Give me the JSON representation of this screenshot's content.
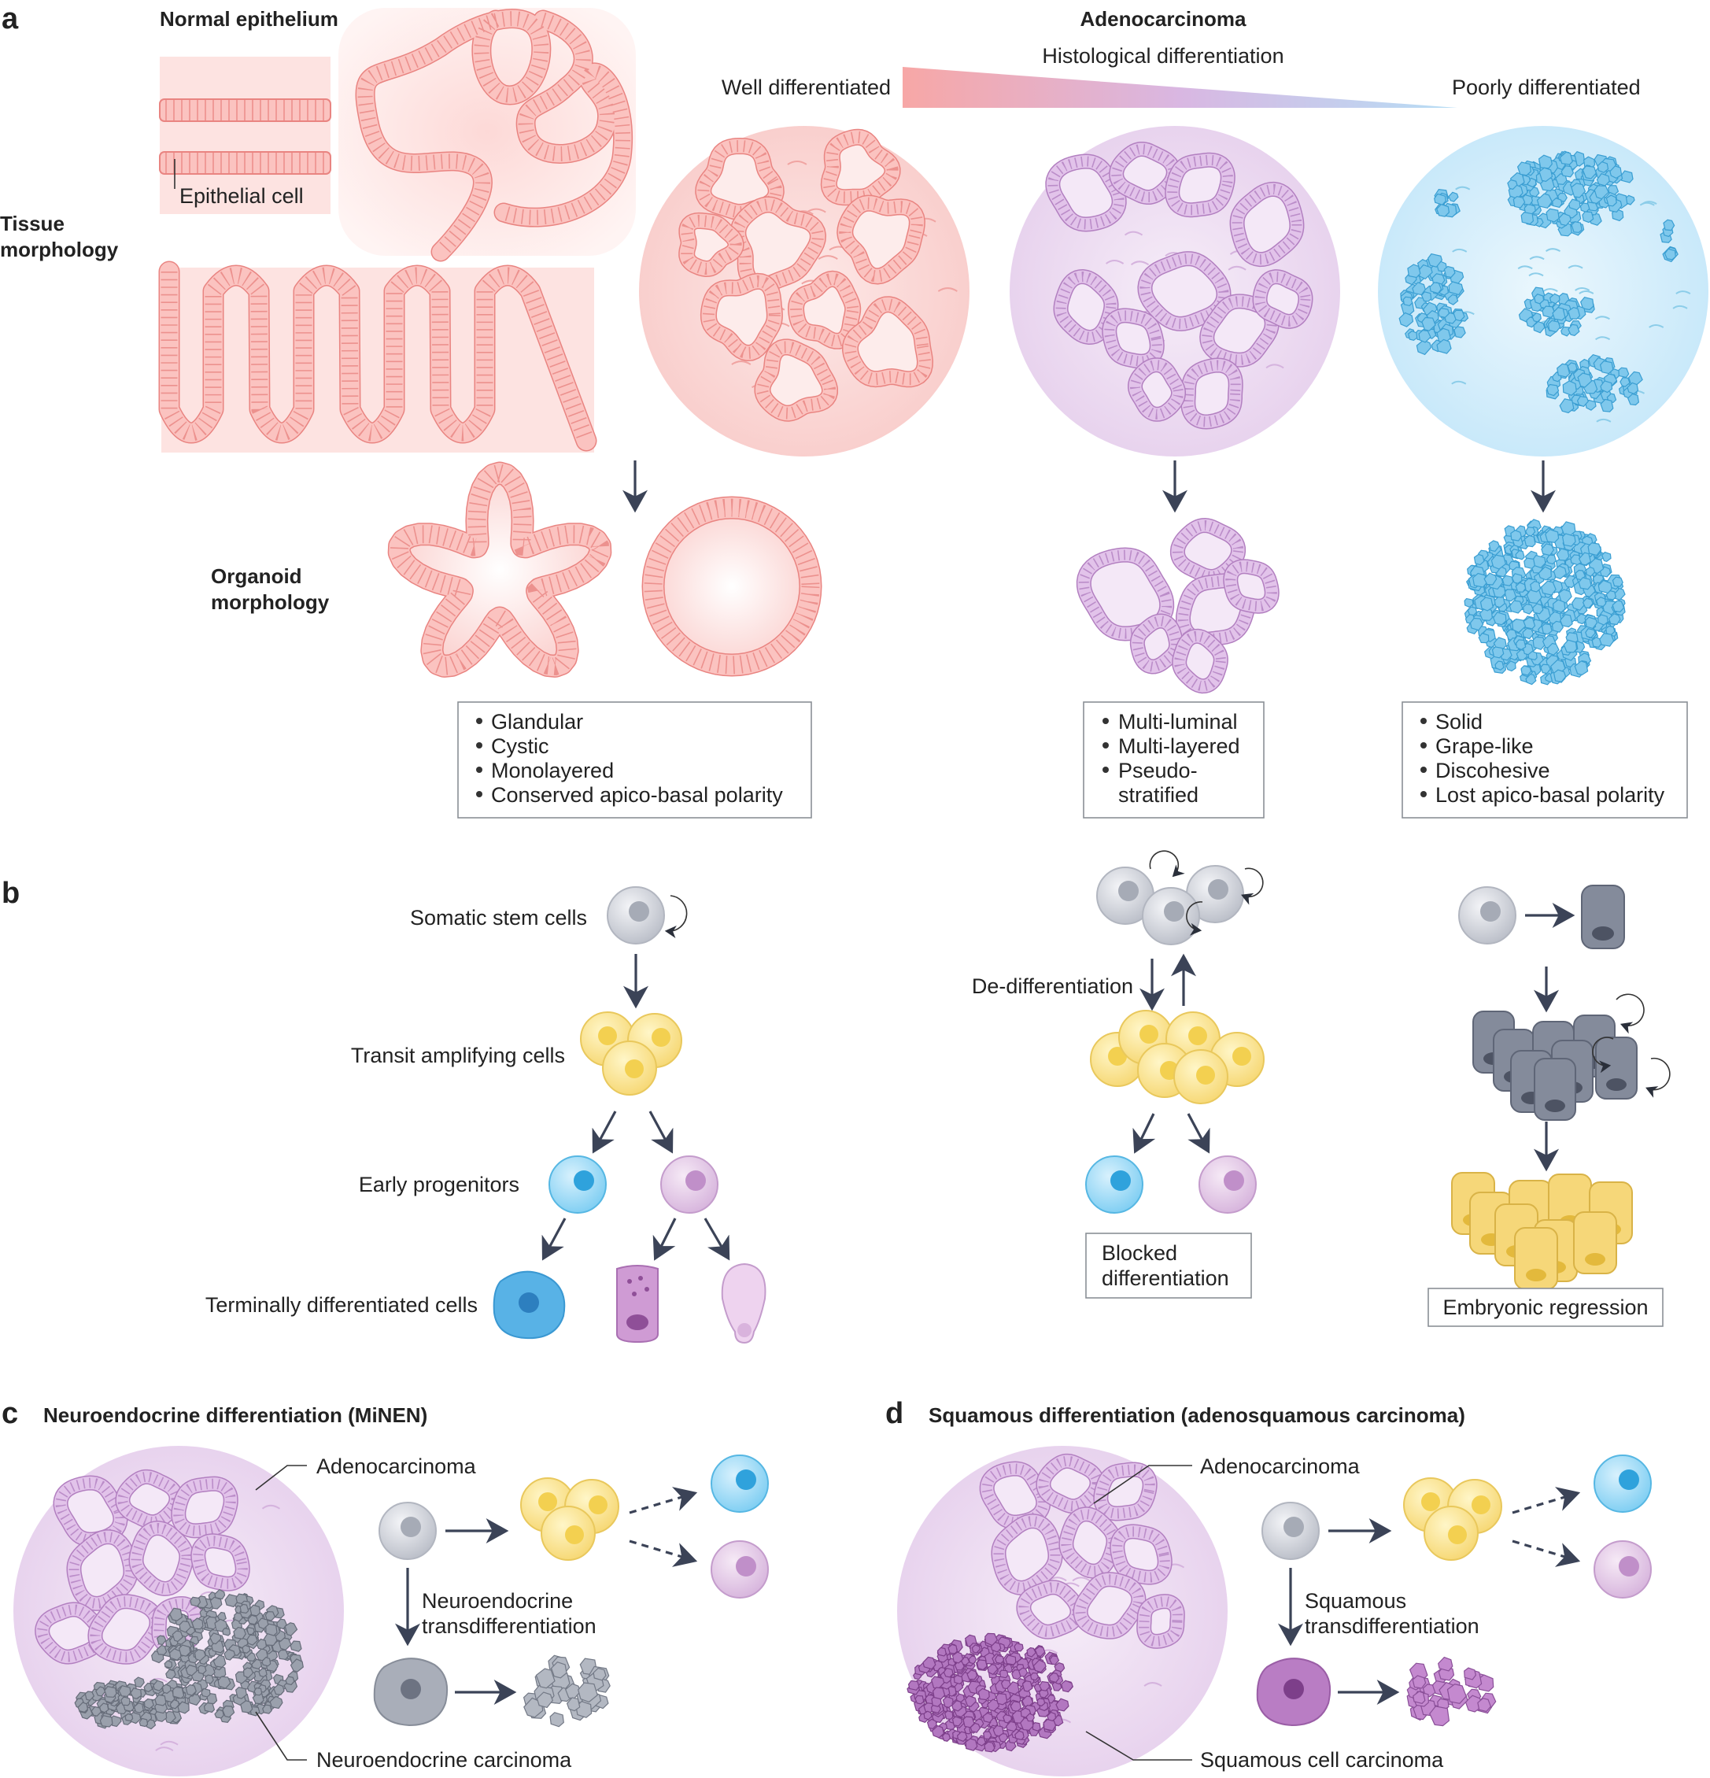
{
  "panel_a": {
    "letter": "a",
    "normal_title": "Normal epithelium",
    "adeno_title": "Adenocarcinoma",
    "hist_diff": "Histological differentiation",
    "well": "Well differentiated",
    "poorly": "Poorly differentiated",
    "tissue_1": "Tissue",
    "tissue_2": "morphology",
    "organoid_1": "Organoid",
    "organoid_2": "morphology",
    "epithelial_cell": "Epithelial cell",
    "box1": [
      "Glandular",
      "Cystic",
      "Monolayered",
      "Conserved apico-basal polarity"
    ],
    "box2": [
      "Multi-luminal",
      "Multi-layered",
      "Pseudo-",
      "stratified"
    ],
    "box3": [
      "Solid",
      "Grape-like",
      "Discohesive",
      "Lost apico-basal polarity"
    ]
  },
  "panel_b": {
    "letter": "b",
    "somatic": "Somatic stem cells",
    "transit": "Transit amplifying cells",
    "early": "Early progenitors",
    "terminal": "Terminally differentiated cells",
    "dedif": "De-differentiation",
    "blocked_1": "Blocked",
    "blocked_2": "differentiation",
    "embryonic": "Embryonic regression"
  },
  "panel_c": {
    "letter": "c",
    "title": "Neuroendocrine differentiation (MiNEN)",
    "adeno": "Adenocarcinoma",
    "trans_1": "Neuroendocrine",
    "trans_2": "transdifferentiation",
    "carcinoma": "Neuroendocrine carcinoma"
  },
  "panel_d": {
    "letter": "d",
    "title": "Squamous differentiation (adenosquamous carcinoma)",
    "adeno": "Adenocarcinoma",
    "trans_1": "Squamous",
    "trans_2": "transdifferentiation",
    "carcinoma": "Squamous cell carcinoma"
  },
  "colors": {
    "pink": "#f29a97",
    "purple": "#c79ad6",
    "blue": "#5cb8e6",
    "stem_grey": "#c9ccd4",
    "yellow": "#fbe28a",
    "dark_grey": "#6f7685"
  }
}
